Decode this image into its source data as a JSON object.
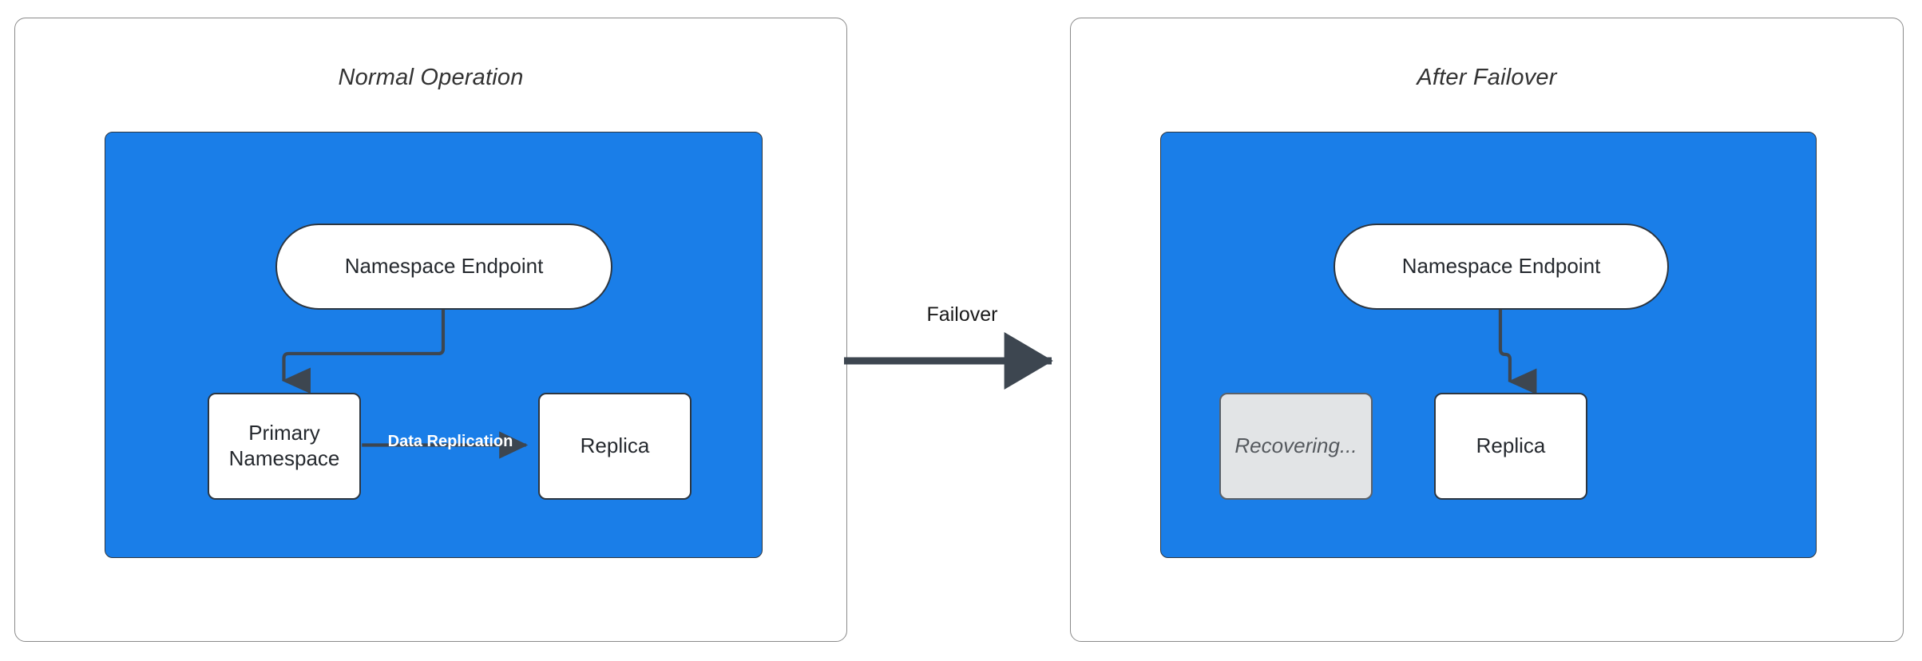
{
  "diagram": {
    "type": "architecture-failover-diagram",
    "colors": {
      "blue_region": "#1a7ee8",
      "node_fill": "#ffffff",
      "node_stroke": "#2d3640",
      "dim_node_fill": "#e2e4e6",
      "dim_node_text": "#55595e",
      "panel_border": "#8a8a8a",
      "arrow": "#3d4650",
      "replication_label": "#ffffff",
      "title_text": "#333333"
    },
    "panels": [
      {
        "id": "normal-operation",
        "title": "Normal Operation",
        "nodes": [
          {
            "id": "endpoint",
            "label": "Namespace Endpoint",
            "shape": "pill",
            "state": "active"
          },
          {
            "id": "primary",
            "label": "Primary\nNamespace",
            "shape": "rect",
            "state": "active"
          },
          {
            "id": "replica",
            "label": "Replica",
            "shape": "rect",
            "state": "active"
          }
        ],
        "edges": [
          {
            "from": "endpoint",
            "to": "primary",
            "label": ""
          },
          {
            "from": "primary",
            "to": "replica",
            "label": "Data Replication"
          }
        ]
      },
      {
        "id": "after-failover",
        "title": "After Failover",
        "nodes": [
          {
            "id": "endpoint",
            "label": "Namespace Endpoint",
            "shape": "pill",
            "state": "active"
          },
          {
            "id": "recovering",
            "label": "Recovering...",
            "shape": "rect",
            "state": "dimmed"
          },
          {
            "id": "replica",
            "label": "Replica",
            "shape": "rect",
            "state": "active"
          }
        ],
        "edges": [
          {
            "from": "endpoint",
            "to": "replica",
            "label": ""
          }
        ]
      }
    ],
    "transition": {
      "label": "Failover",
      "direction": "left-to-right"
    }
  },
  "left": {
    "title": "Normal Operation",
    "endpoint_label": "Namespace Endpoint",
    "primary_line1": "Primary",
    "primary_line2": "Namespace",
    "replica_label": "Replica",
    "replication_label": "Data Replication"
  },
  "right": {
    "title": "After Failover",
    "endpoint_label": "Namespace Endpoint",
    "recovering_label": "Recovering...",
    "replica_label": "Replica"
  },
  "transition": {
    "label": "Failover"
  }
}
